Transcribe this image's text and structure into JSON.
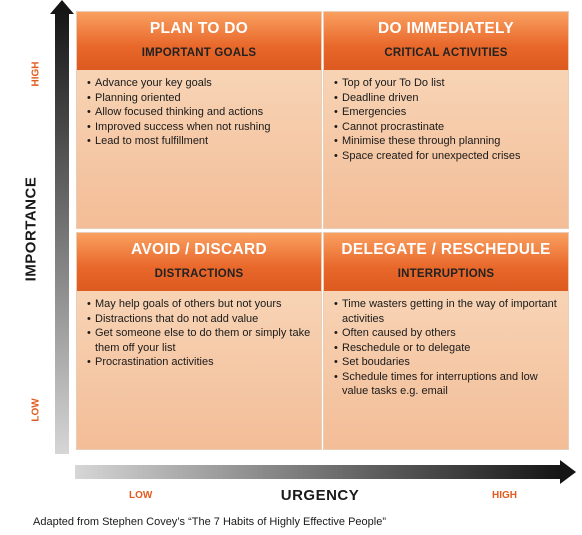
{
  "axes": {
    "vertical": {
      "label": "IMPORTANCE",
      "high": "HIGH",
      "low": "LOW"
    },
    "horizontal": {
      "label": "URGENCY",
      "low": "LOW",
      "high": "HIGH"
    }
  },
  "quadrants": [
    {
      "title": "PLAN TO DO",
      "subtitle": "IMPORTANT GOALS",
      "items": [
        "Advance your key goals",
        "Planning oriented",
        "Allow focused thinking and actions",
        "Improved success when not rushing",
        "Lead to most fulfillment"
      ]
    },
    {
      "title": "DO IMMEDIATELY",
      "subtitle": "CRITICAL ACTIVITIES",
      "items": [
        "Top of your To Do list",
        "Deadline driven",
        "Emergencies",
        "Cannot procrastinate",
        "Minimise these through planning",
        "Space created for unexpected crises"
      ]
    },
    {
      "title": "AVOID / DISCARD",
      "subtitle": "DISTRACTIONS",
      "items": [
        "May help goals of others but not yours",
        "Distractions that do not add value",
        "Get someone else to do them or simply take them off your list",
        "Procrastination activities"
      ]
    },
    {
      "title": "DELEGATE / RESCHEDULE",
      "subtitle": "INTERRUPTIONS",
      "items": [
        "Time wasters getting in the way of important activities",
        "Often caused by others",
        "Reschedule or to delegate",
        "Set boudaries",
        "Schedule times for interruptions and low value tasks e.g. email"
      ]
    }
  ],
  "footnote": "Adapted from Stephen Covey’s “The 7 Habits of Highly Effective People”",
  "colors": {
    "header_orange": "#e8672a",
    "body_peach": "#f5c9a4",
    "tick_orange": "#e25a1c"
  }
}
